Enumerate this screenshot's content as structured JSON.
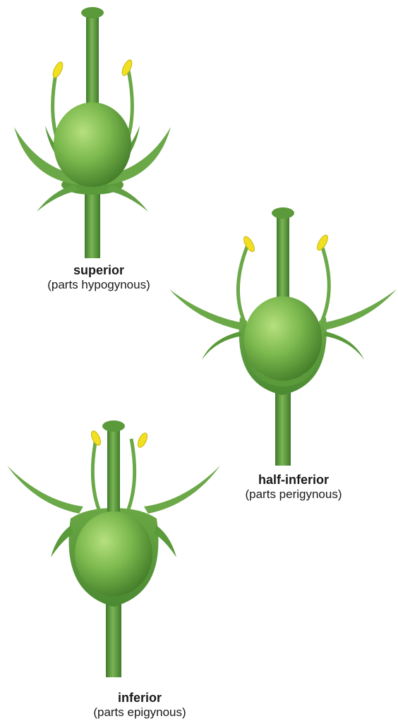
{
  "flowers": [
    {
      "type": "superior",
      "title": "superior",
      "subtitle": "(parts hypogynous)"
    },
    {
      "type": "half-inferior",
      "title": "half-inferior",
      "subtitle": "(parts perigynous)"
    },
    {
      "type": "inferior",
      "title": "inferior",
      "subtitle": "(parts epigynous)"
    }
  ],
  "colors": {
    "stem": "#5e9a3e",
    "ovary_light": "#9ad06a",
    "ovary_dark": "#3d7a26",
    "anther": "#f0e020",
    "label_text": "#1a1a1a"
  }
}
